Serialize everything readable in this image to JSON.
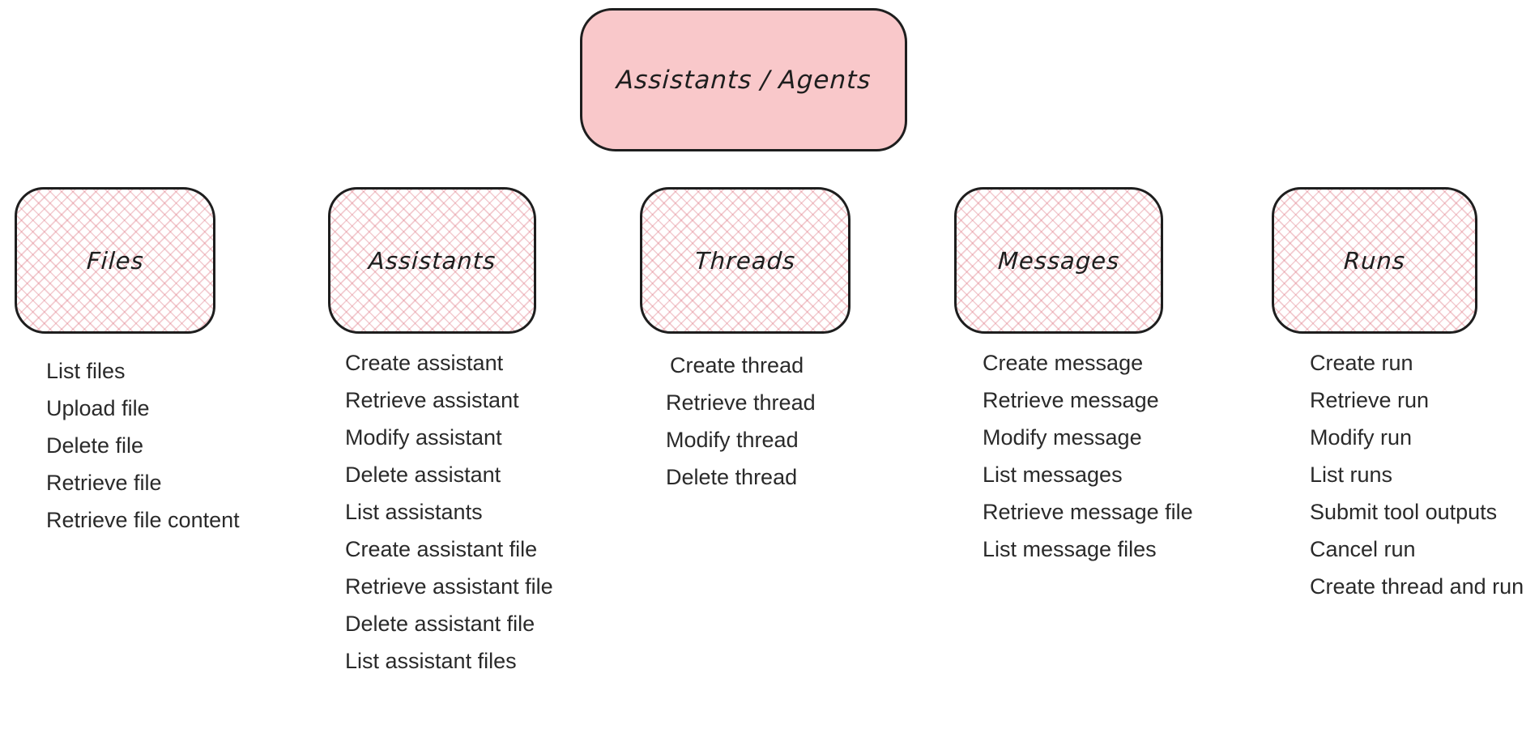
{
  "diagram": {
    "root": {
      "label": "Assistants / Agents"
    },
    "groups": [
      {
        "title": "Files",
        "items": [
          "List files",
          "Upload file",
          "Delete file",
          "Retrieve file",
          "Retrieve file content"
        ]
      },
      {
        "title": "Assistants",
        "items": [
          "Create assistant",
          "Retrieve assistant",
          "Modify assistant",
          "Delete assistant",
          "List assistants",
          "Create assistant file",
          "Retrieve assistant file",
          "Delete assistant file",
          "List assistant files"
        ]
      },
      {
        "title": "Threads",
        "items": [
          "Create thread",
          "Retrieve thread",
          "Modify thread",
          "Delete thread"
        ]
      },
      {
        "title": "Messages",
        "items": [
          "Create message",
          "Retrieve message",
          "Modify message",
          "List messages",
          "Retrieve message file",
          "List message files"
        ]
      },
      {
        "title": "Runs",
        "items": [
          "Create run",
          "Retrieve run",
          "Modify run",
          "List runs",
          "Submit tool outputs",
          "Cancel run",
          "Create thread and run"
        ]
      }
    ],
    "colors": {
      "root_fill": "#f9c8ca",
      "hatch_pink": "#e07e89",
      "border": "#1e1e1e",
      "list_text": "#2a2a2a"
    }
  }
}
